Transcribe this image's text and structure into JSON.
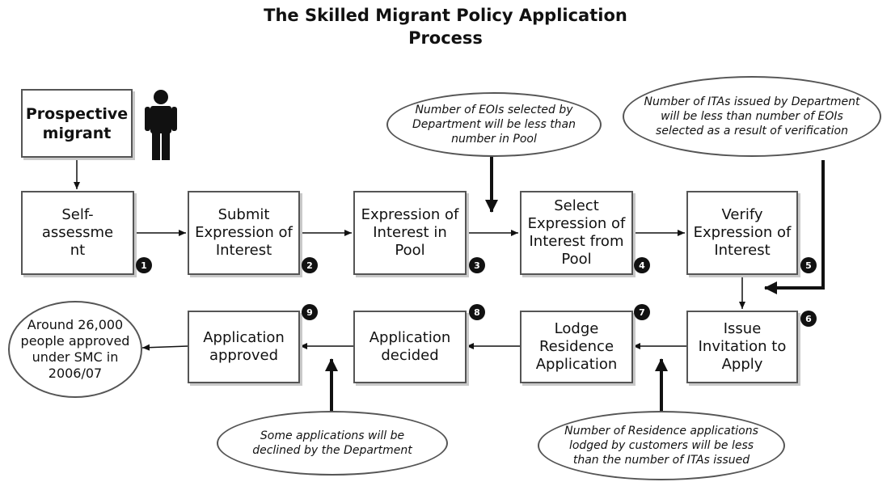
{
  "header": {
    "title_line1": "The Skilled Migrant Policy Application",
    "title_line2": "Process"
  },
  "start": {
    "label": "Prospective migrant",
    "icon": "person-icon"
  },
  "steps": [
    {
      "number": "1",
      "label": "Self-assessment"
    },
    {
      "number": "2",
      "label": "Submit Expression of Interest"
    },
    {
      "number": "3",
      "label": "Expression of Interest in Pool"
    },
    {
      "number": "4",
      "label": "Select Expression of Interest from Pool"
    },
    {
      "number": "5",
      "label": "Verify Expression of Interest"
    },
    {
      "number": "6",
      "label": "Issue Invitation to Apply"
    },
    {
      "number": "7",
      "label": "Lodge Residence Application"
    },
    {
      "number": "8",
      "label": "Application decided"
    },
    {
      "number": "9",
      "label": "Application approved"
    }
  ],
  "notes": {
    "pool": "Number of EOIs selected by Department will be less than number in Pool",
    "itas": "Number of ITAs issued by Department will be less than number of EOIs selected as a result of verification",
    "residence": "Number of Residence applications lodged by customers will be less than the number of ITAs issued",
    "declined": "Some applications will be declined by the Department"
  },
  "result": "Around 26,000 people approved under SMC in 2006/07"
}
